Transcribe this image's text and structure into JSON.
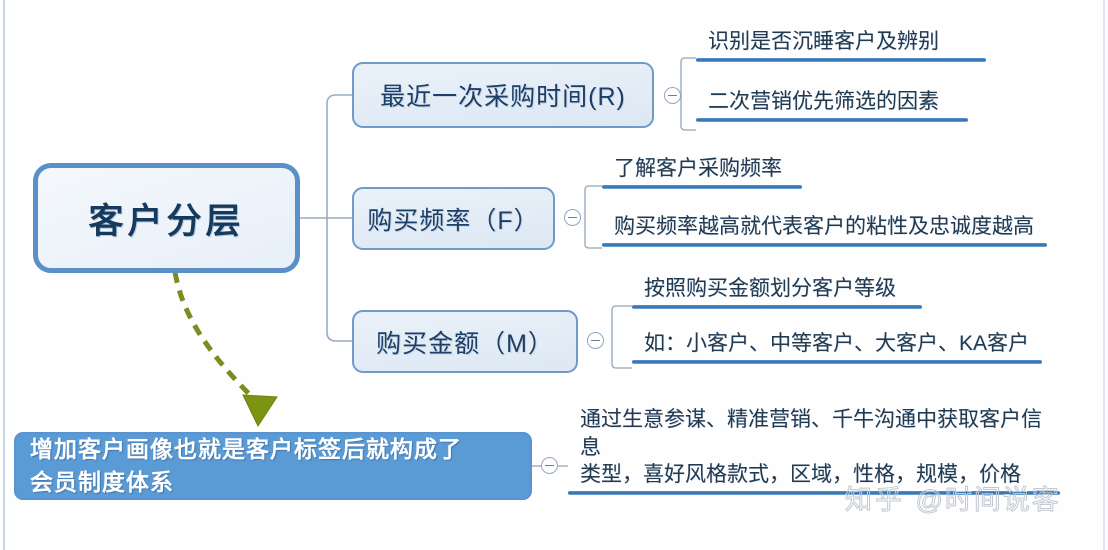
{
  "diagram": {
    "root": {
      "label": "客户分层"
    },
    "branches": [
      {
        "label": "最近一次采购时间(R)",
        "leaves": [
          {
            "text": "识别是否沉睡客户及辨别"
          },
          {
            "text": "二次营销优先筛选的因素"
          }
        ]
      },
      {
        "label": "购买频率（F）",
        "leaves": [
          {
            "text": "了解客户采购频率"
          },
          {
            "text": "购买频率越高就代表客户的粘性及忠诚度越高"
          }
        ]
      },
      {
        "label": "购买金额（M）",
        "leaves": [
          {
            "text": "按照购买金额划分客户等级"
          },
          {
            "text": "如：小客户、中等客户、大客户、KA客户"
          }
        ]
      }
    ],
    "callout": {
      "line1": "增加客户画像也就是客户标签后就构成了",
      "line2": "会员制度体系",
      "leaf": {
        "line1": "通过生意参谋、精准营销、千牛沟通中获取客户信息",
        "line2": "类型，喜好风格款式，区域，性格，规模，价格"
      }
    }
  },
  "watermark": {
    "site": "知乎",
    "handle": "@时间说客"
  },
  "colors": {
    "root_border": "#5b8fc7",
    "branch_border": "#6f9ac9",
    "rule_blue": "#2f6cab",
    "callout_fill": "#5b9bd5",
    "arrow_green": "#7d8c21"
  }
}
